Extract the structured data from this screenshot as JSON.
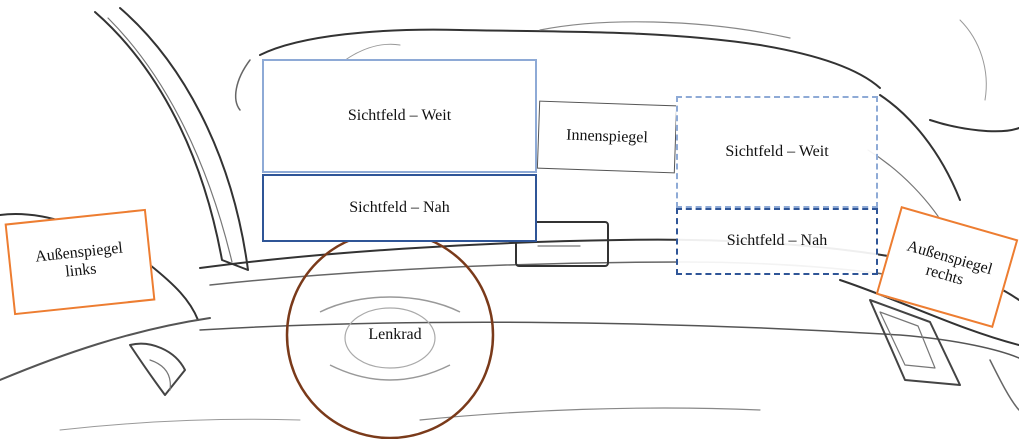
{
  "labels": {
    "sichtfeld_weit_links": "Sichtfeld – Weit",
    "sichtfeld_nah_links": "Sichtfeld – Nah",
    "innenspiegel": "Innenspiegel",
    "sichtfeld_weit_rechts": "Sichtfeld – Weit",
    "sichtfeld_nah_rechts": "Sichtfeld – Nah",
    "aussenspiegel_links": "Außenspiegel links",
    "aussenspiegel_rechts": "Außenspiegel rechts",
    "lenkrad": "Lenkrad"
  },
  "colors": {
    "sichtfeld_weit": "#8eaad6",
    "sichtfeld_nah": "#2f5597",
    "aussenspiegel": "#ed7d31",
    "lenkrad": "#7a3a1a",
    "sketch_line": "#333333"
  }
}
